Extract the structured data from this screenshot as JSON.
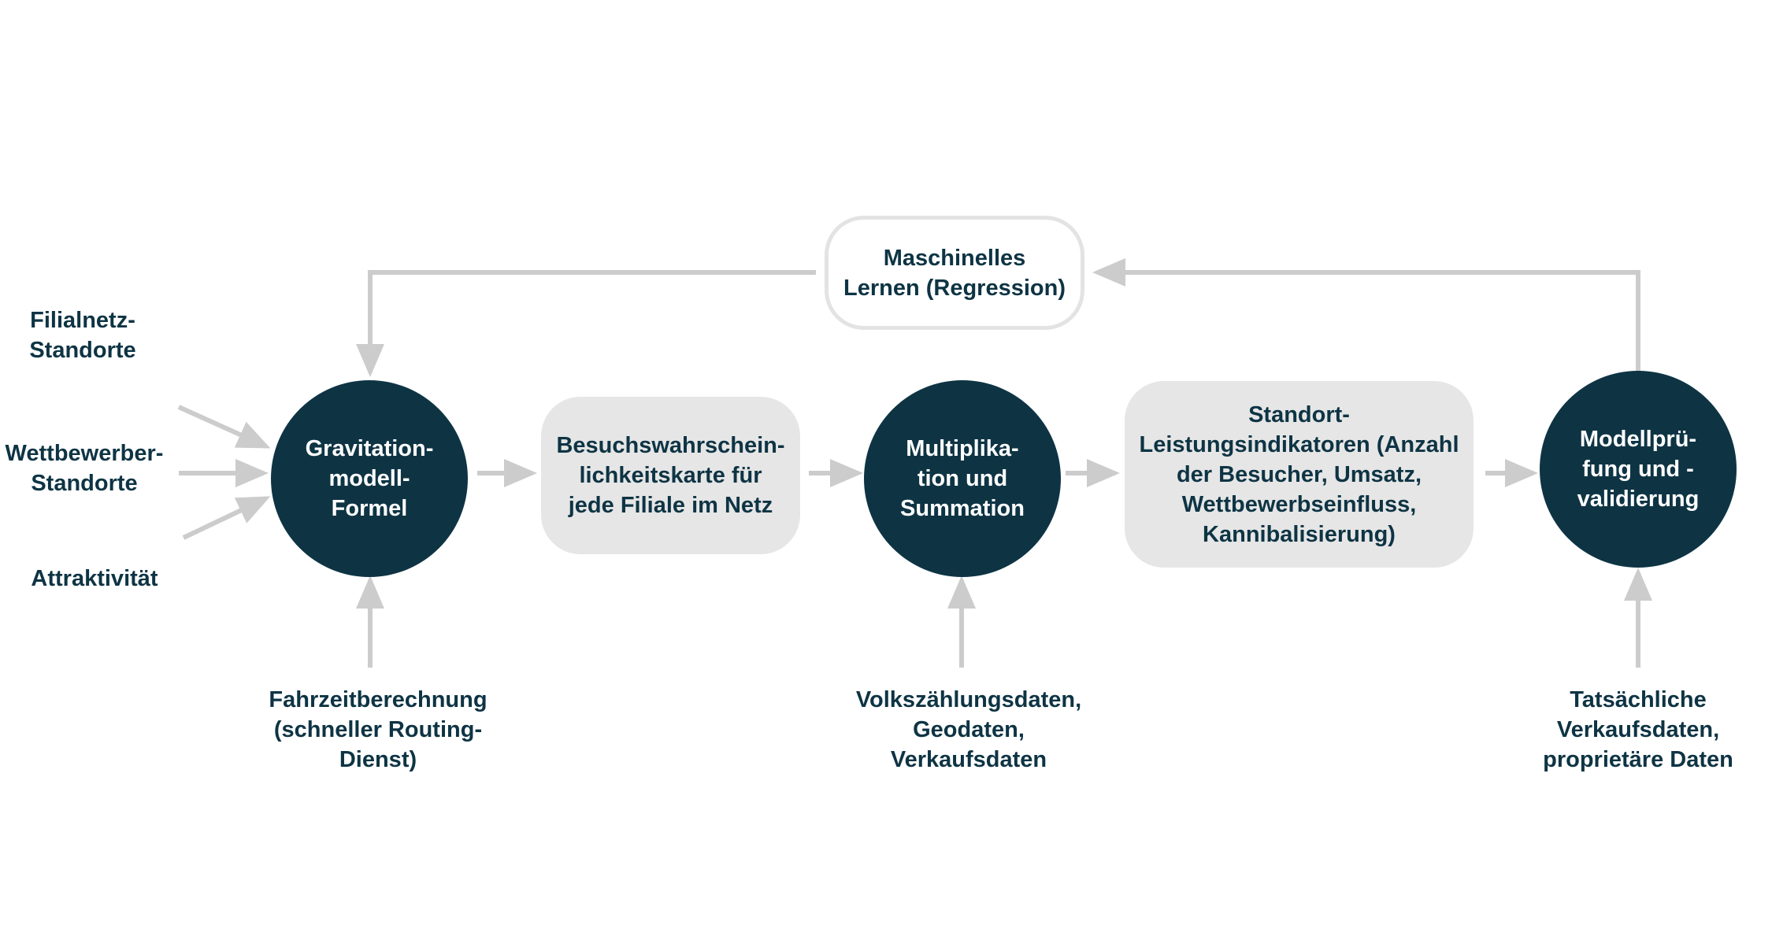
{
  "diagram": {
    "inputs": {
      "filialnetz": "Filialnetz-\nStandorte",
      "wettbewerber": "Wettbewerber-\nStandorte",
      "attraktivitaet": "Attraktivität"
    },
    "nodes": {
      "gravitation": "Gravitation-\nmodell-\nFormel",
      "besuchs": "Besuchswahrschein-\nlichkeitskarte für\njede Filiale im Netz",
      "multiplikation": "Multiplika-\ntion und\nSummation",
      "standort": "Standort-\nLeistungsindikatoren (Anzahl\nder Besucher, Umsatz,\nWettbewerbseinfluss,\nKannibalisierung)",
      "modellpruefung": "Modellprü-\nfung und -\nvalidierung",
      "maschinelles": "Maschinelles\nLernen (Regression)"
    },
    "bottom_inputs": {
      "fahrzeit": "Fahrzeitberechnung\n(schneller Routing-\nDienst)",
      "volkszaehlung": "Volkszählungsdaten,\nGeodaten,\nVerkaufsdaten",
      "tatsaechliche": "Tatsächliche\nVerkaufsdaten,\nproprietäre Daten"
    },
    "colors": {
      "dark_node": "#0e3444",
      "light_box": "#e6e6e6",
      "arrow": "#cccccc",
      "text": "#0e3444"
    }
  }
}
